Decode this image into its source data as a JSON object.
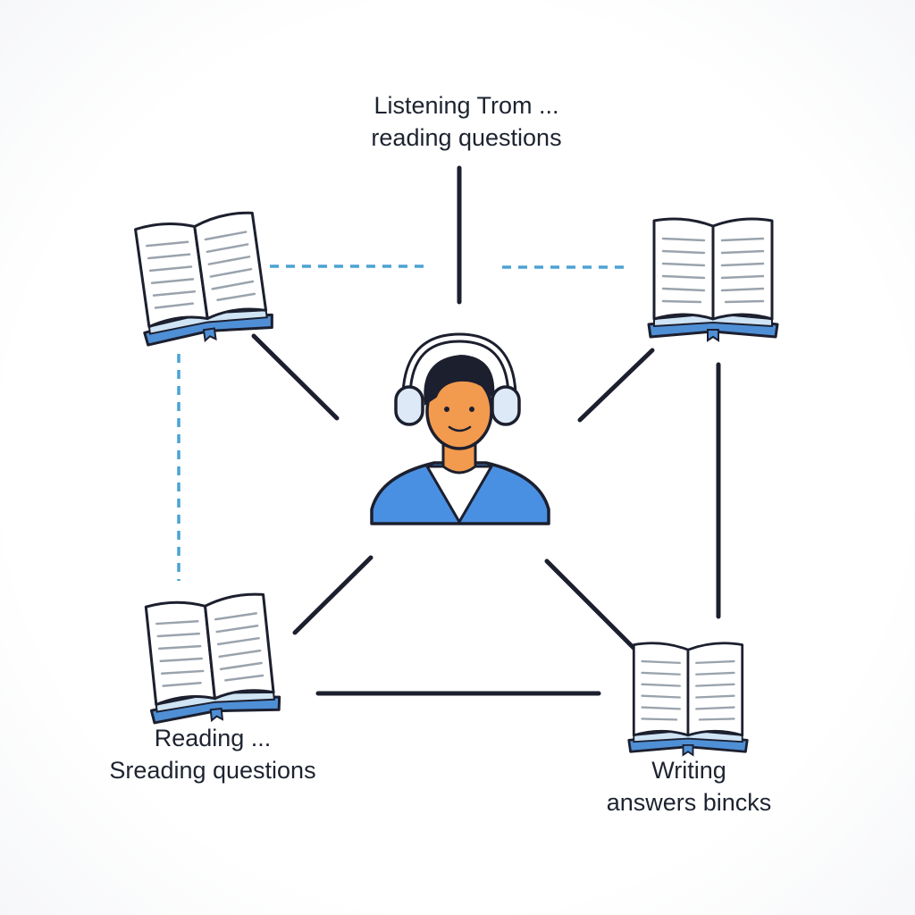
{
  "labels": {
    "top": {
      "line1": "Listening Trom ...",
      "line2": "reading questions"
    },
    "bottom_left": {
      "line1": "Reading ...",
      "line2": "Sreading questions"
    },
    "bottom_right": {
      "line1": "Writing",
      "line2": "answers bincks"
    }
  },
  "colors": {
    "line": "#1c1f2e",
    "dashed": "#4aa3d4",
    "book_cover": "#4f8fd6",
    "person_shirt": "#4a90e2",
    "person_skin": "#f29a4e",
    "headphones": "#dde9f7"
  },
  "icons": {
    "center": "person-with-headphones-icon",
    "nodes": [
      "open-book-icon",
      "open-book-icon",
      "open-book-icon",
      "open-book-icon"
    ]
  }
}
